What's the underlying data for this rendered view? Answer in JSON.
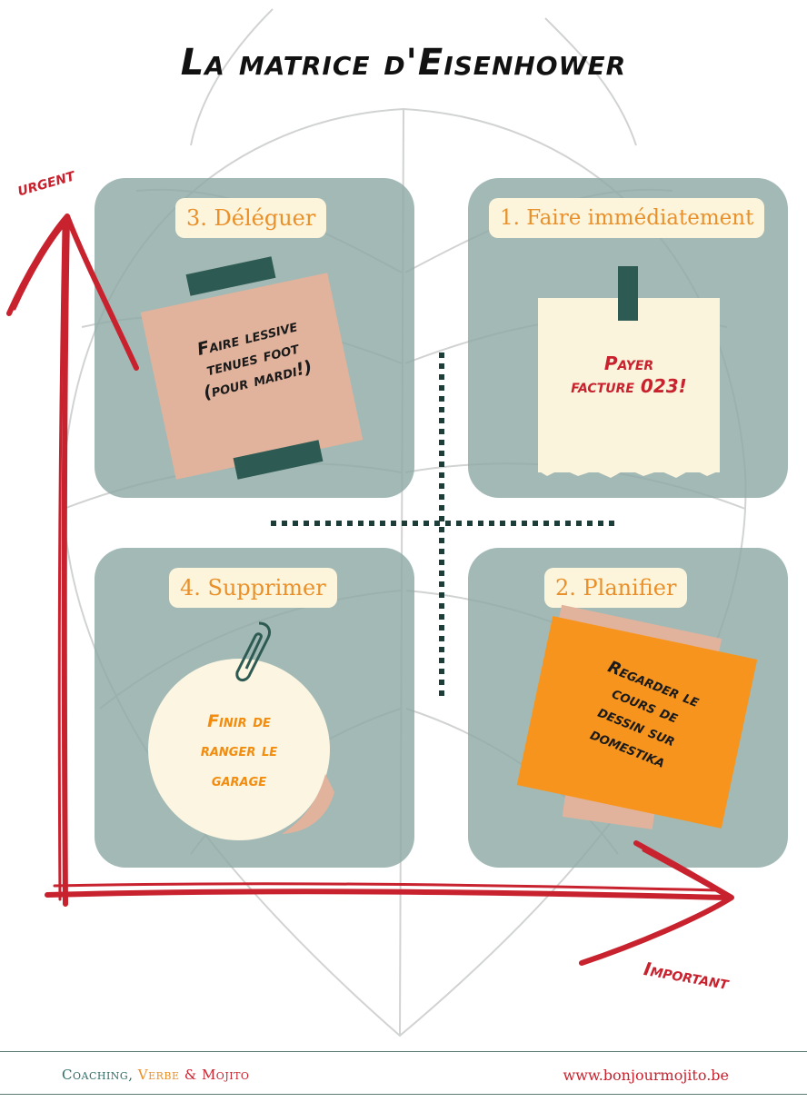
{
  "title": "La matrice d'Eisenhower",
  "axes": {
    "y_label": "urgent",
    "x_label": "Important"
  },
  "quadrants": [
    {
      "label": "3. Déléguer",
      "note": [
        "Faire lessive",
        "tenues foot",
        "(pour mardi!)"
      ]
    },
    {
      "label": "1. Faire immédiatement",
      "note": [
        "Payer",
        "facture 023!"
      ]
    },
    {
      "label": "4. Supprimer",
      "note": [
        "Finir de",
        "ranger le",
        "garage"
      ]
    },
    {
      "label": "2. Planifier",
      "note": [
        "Regarder le",
        "cours de",
        "dessin sur",
        "domestika"
      ]
    }
  ],
  "footer": {
    "brand_part1": "Coaching,",
    "brand_part2": "Verbe",
    "brand_amp": "&",
    "brand_part3": "Mojito",
    "url": "www.bonjourmojito.be"
  },
  "colors": {
    "quadrant": "#8fa9a5",
    "label_bg": "#fcf5dc",
    "label_text": "#e9902a",
    "arrow": "#c8222e",
    "tape": "#2d5a52",
    "footer_teal": "#2e6e67",
    "footer_orange": "#e9902a"
  }
}
